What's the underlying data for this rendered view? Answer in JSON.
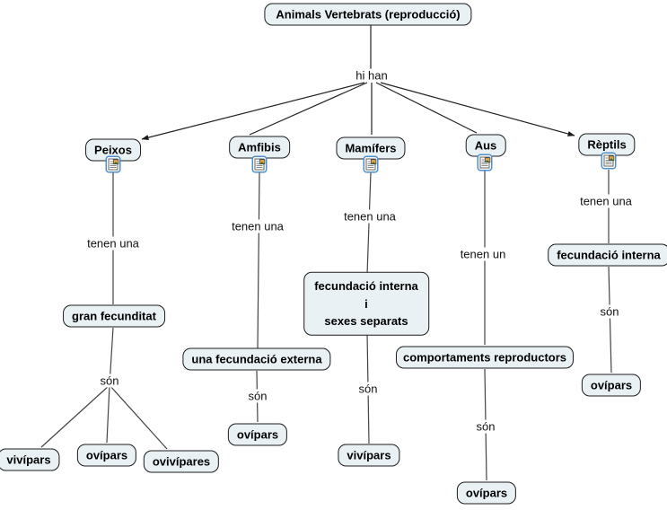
{
  "colors": {
    "box_fill": "#e9f1f4",
    "box_border": "#1c1c1c",
    "line": "#444444",
    "fan_line": "#222222",
    "icon_border": "#4f8fd0",
    "label_text": "#111111"
  },
  "nodes": {
    "root": "Animals Vertebrats (reproducció)",
    "peixos": "Peixos",
    "amfibis": "Amfibis",
    "mamifers": "Mamífers",
    "aus": "Aus",
    "reptils": "Rèptils",
    "gran_fecunditat": "gran fecunditat",
    "fecundacio_externa": "una fecundació externa",
    "fecundacio_interna_sexes": "fecundació interna\ni\nsexes separats",
    "comportaments": "comportaments reproductors",
    "fecundacio_interna": "fecundació interna",
    "peixos_vivipars": "vivípars",
    "peixos_ovipars": "ovípars",
    "peixos_ovivipares": "ovivípares",
    "amfibis_ovipars": "ovípars",
    "mamifers_vivipars": "vivípars",
    "aus_ovipars": "ovípars",
    "reptils_ovipars": "ovípars"
  },
  "linking_phrases": {
    "hi_han": "hi han",
    "peixos_tenen": "tenen una",
    "amfibis_tenen": "tenen una",
    "mamifers_tenen": "tenen una",
    "aus_tenen": "tenen un",
    "reptils_tenen": "tenen una",
    "peixos_son": "són",
    "amfibis_son": "són",
    "mamifers_son": "són",
    "aus_son": "són",
    "reptils_son": "són"
  }
}
